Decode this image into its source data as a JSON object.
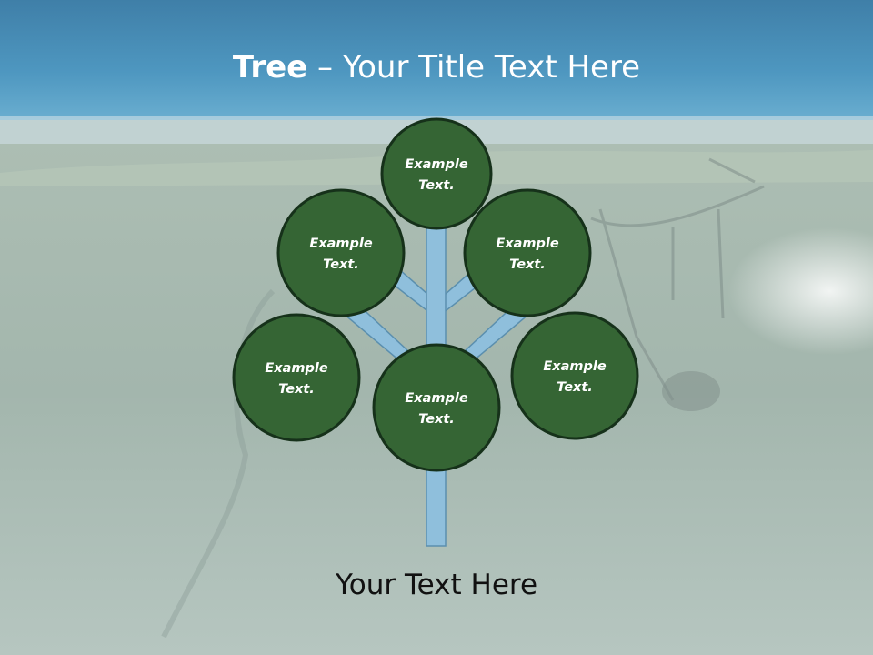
{
  "slide": {
    "title_bold": "Tree",
    "title_rest": " – Your Title Text Here",
    "caption": "Your Text Here"
  },
  "colors": {
    "sky": "#4a8fb5",
    "field": "#a9bcb4",
    "branch": "#8fbfdc",
    "node_fill": "#356534",
    "node_stroke": "#16311a"
  },
  "tree": {
    "nodes": [
      {
        "line1": "Example",
        "line2": "Text."
      },
      {
        "line1": "Example",
        "line2": "Text."
      },
      {
        "line1": "Example",
        "line2": "Text."
      },
      {
        "line1": "Example",
        "line2": "Text."
      },
      {
        "line1": "Example",
        "line2": "Text."
      },
      {
        "line1": "Example",
        "line2": "Text."
      }
    ]
  }
}
